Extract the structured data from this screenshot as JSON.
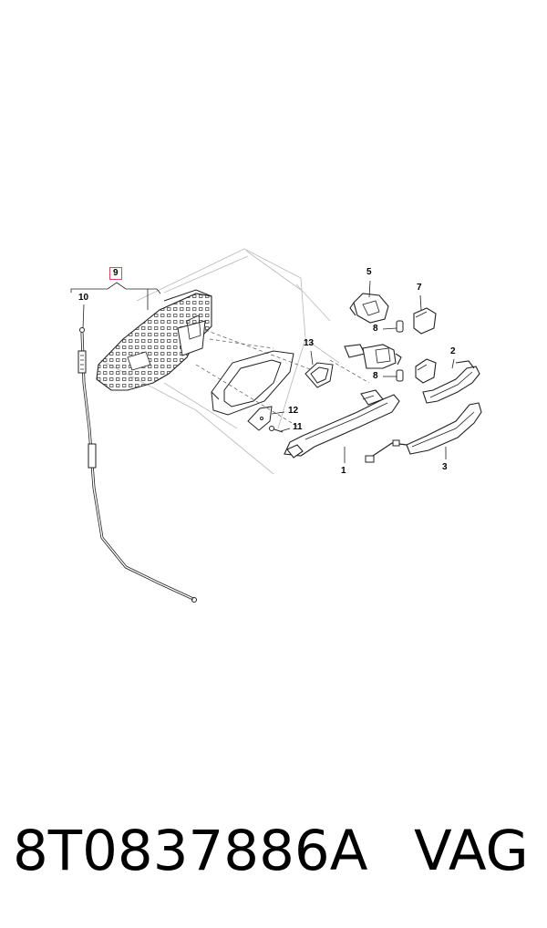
{
  "diagram": {
    "highlight_color": "#e0475f",
    "callouts": [
      {
        "id": "c1",
        "label": "1"
      },
      {
        "id": "c2",
        "label": "2"
      },
      {
        "id": "c3",
        "label": "3"
      },
      {
        "id": "c5",
        "label": "5"
      },
      {
        "id": "c7",
        "label": "7"
      },
      {
        "id": "c8a",
        "label": "8"
      },
      {
        "id": "c8b",
        "label": "8"
      },
      {
        "id": "c9",
        "label": "9"
      },
      {
        "id": "c10",
        "label": "10"
      },
      {
        "id": "c11",
        "label": "11"
      },
      {
        "id": "c12",
        "label": "12"
      },
      {
        "id": "c13",
        "label": "13"
      }
    ]
  },
  "footer": {
    "part_number": "8T0837886A",
    "brand": "VAG"
  }
}
